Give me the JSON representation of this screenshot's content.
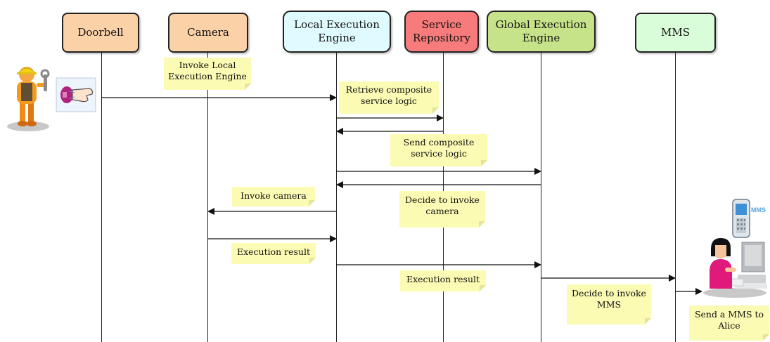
{
  "actors": {
    "doorbell": {
      "label": "Doorbell",
      "color": "#fbd2a8"
    },
    "camera": {
      "label": "Camera",
      "color": "#fbd2a8"
    },
    "local_engine": {
      "label": "Local Execution Engine",
      "color": "#e0fbff"
    },
    "service_repository": {
      "label": "Service Repository",
      "color": "#f77b7b"
    },
    "global_engine": {
      "label": "Global Execution Engine",
      "color": "#c7e38a"
    },
    "mms": {
      "label": "MMS",
      "color": "#d8fdd8"
    }
  },
  "notes": {
    "invoke_local": "Invoke Local Execution Engine",
    "retrieve_logic": "Retrieve composite service logic",
    "send_logic": "Send composite service logic",
    "invoke_camera": "Invoke camera",
    "decide_camera": "Decide to invoke camera",
    "execution_result_1": "Execution result",
    "execution_result_2": "Execution result",
    "decide_mms": "Decide to invoke MMS",
    "send_mms": "Send a MMS to Alice"
  },
  "phone_label": "MMS"
}
